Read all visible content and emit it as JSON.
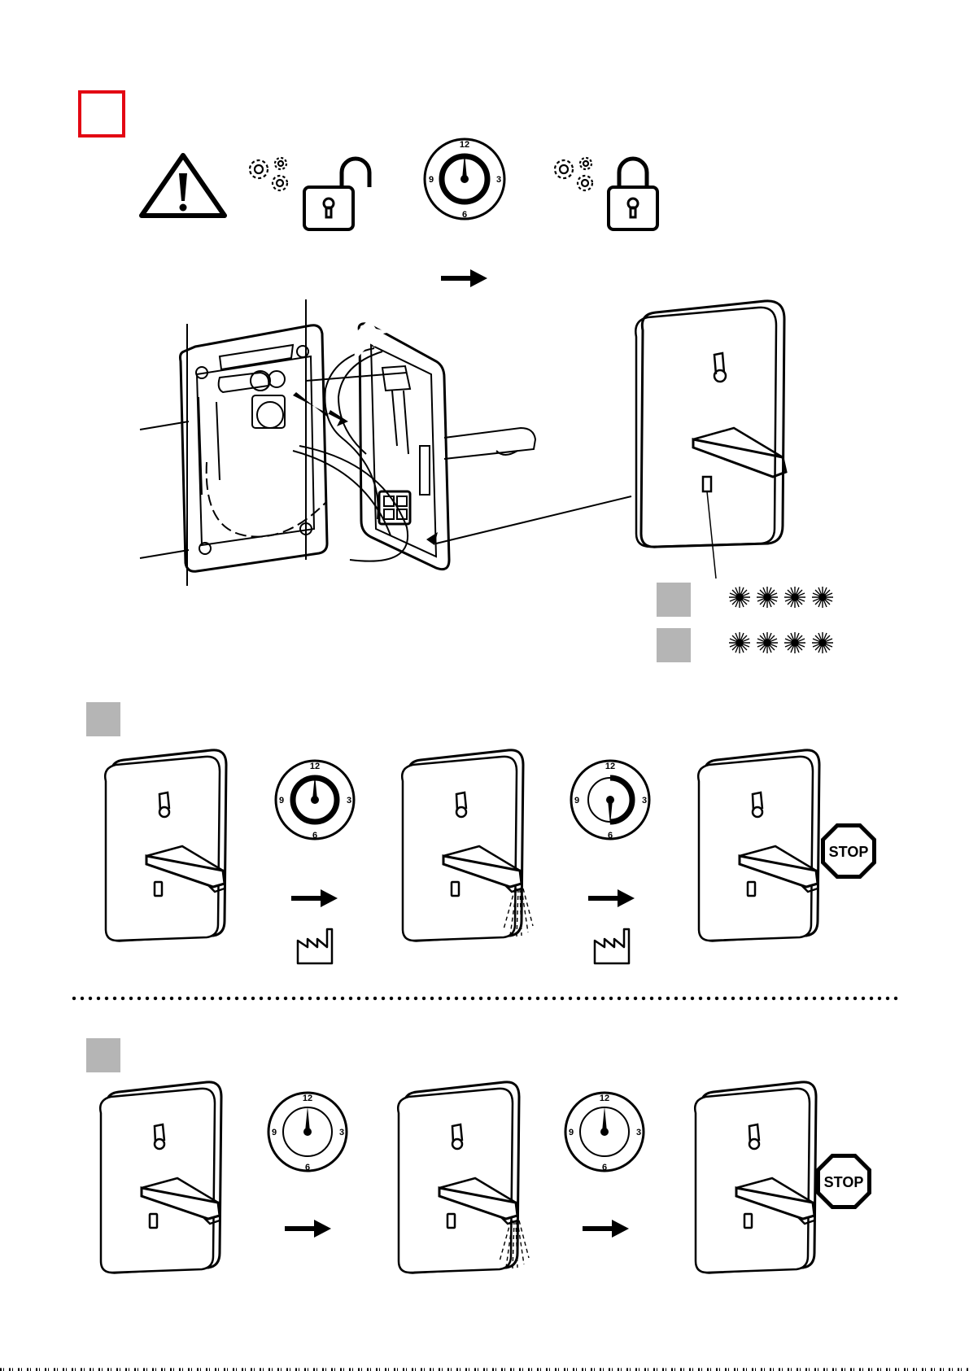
{
  "colors": {
    "accent": "#e30613",
    "marker_gray": "#b5b5b5",
    "ink": "#000000"
  },
  "icons": [
    "warning-icon",
    "gears-icon",
    "padlock-unlocked-icon",
    "clock-icon",
    "padlock-locked-icon",
    "arrow-right-icon",
    "led-blink-icon",
    "factory-icon",
    "stop-sign-icon"
  ],
  "clock": {
    "n12": "12",
    "n3": "3",
    "n6": "6",
    "n9": "9"
  },
  "stop": {
    "label": "STOP"
  },
  "led_blink_rows": [
    4,
    4
  ]
}
